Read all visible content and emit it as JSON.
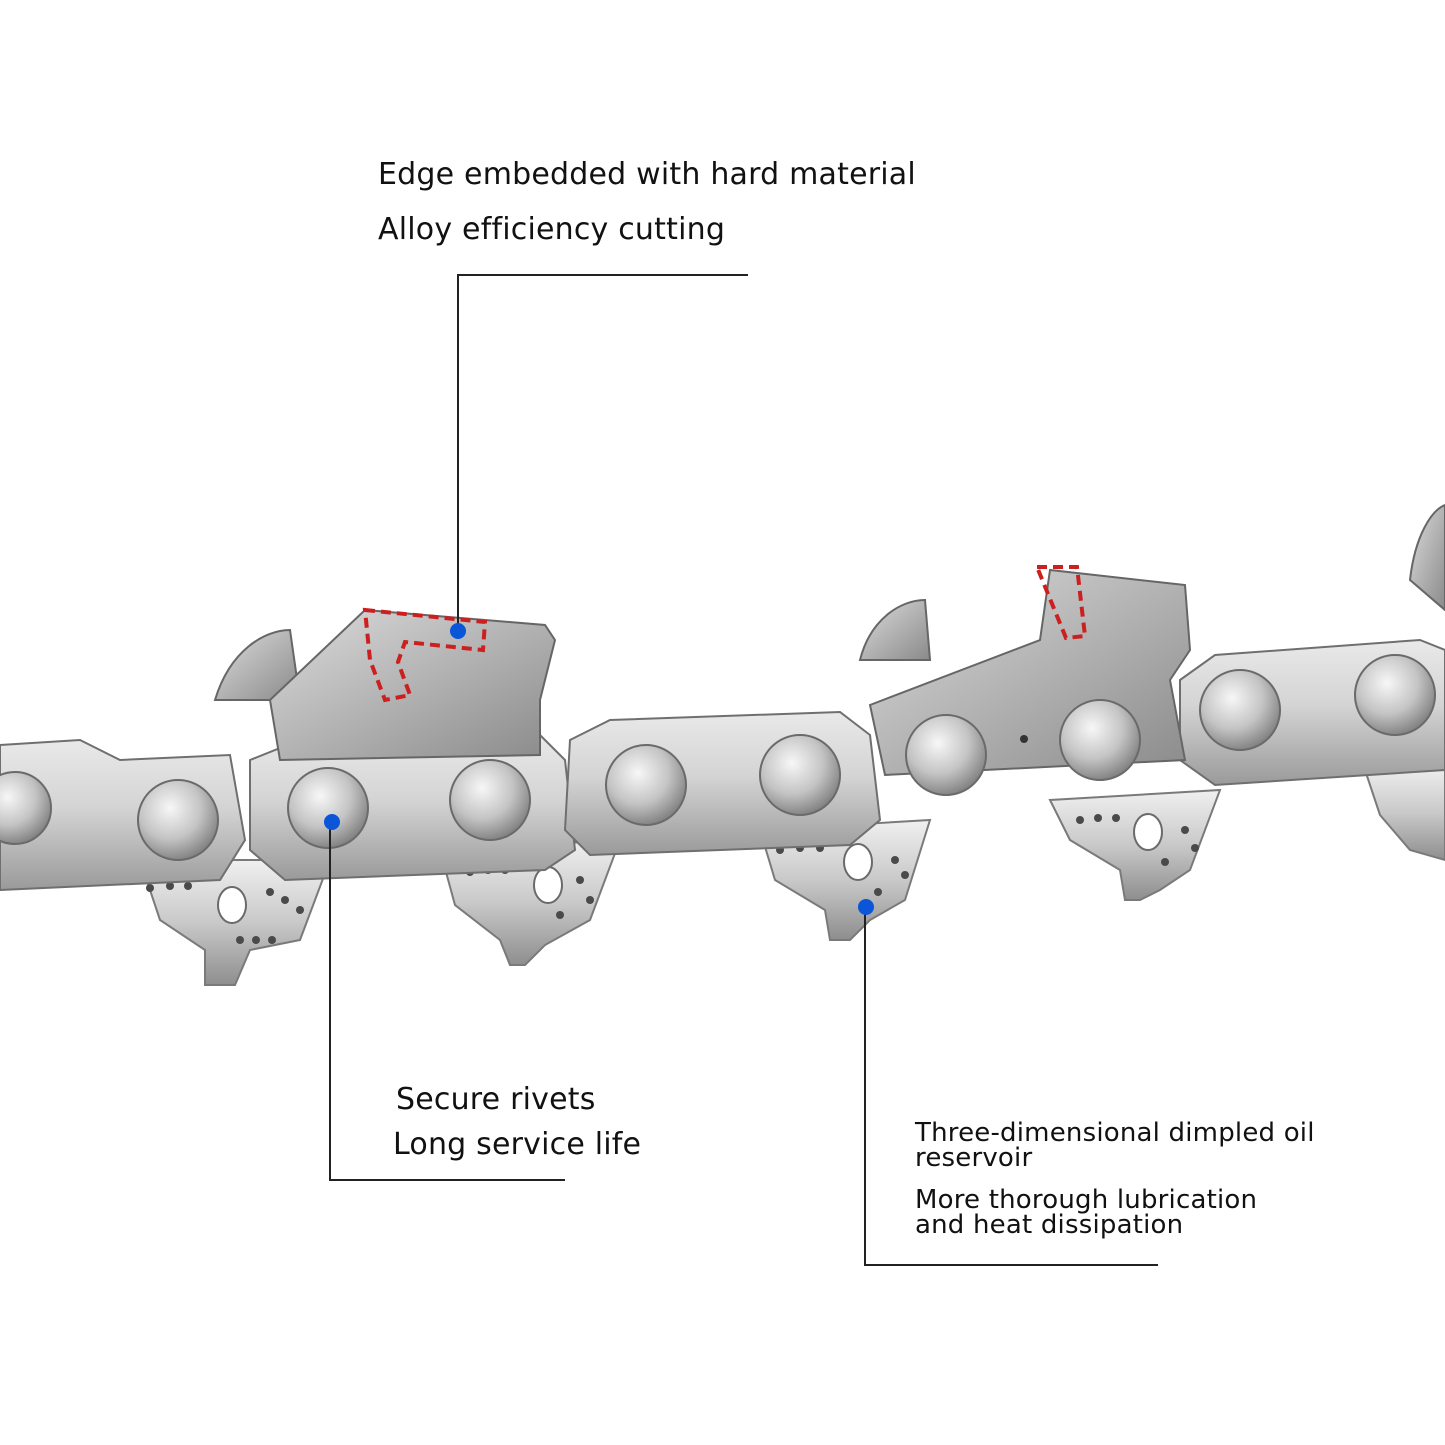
{
  "callouts": {
    "cutter": {
      "line1": "Edge embedded with hard material",
      "line2": "Alloy efficiency cutting"
    },
    "rivets": {
      "line1": "Secure rivets",
      "line2": "Long service life"
    },
    "oil": {
      "line1": "Three-dimensional dimpled oil",
      "line2": "reservoir",
      "line3": "More thorough lubrication",
      "line4": "and heat dissipation"
    }
  },
  "colors": {
    "background": "#ffffff",
    "text": "#111111",
    "leader_line": "#222222",
    "marker_dot": "#0a55d8",
    "hard_material_outline": "#cc1f1f",
    "steel_light": "#e4e4e4",
    "steel_mid": "#b8b8b8",
    "steel_dark": "#7c7c7c"
  }
}
